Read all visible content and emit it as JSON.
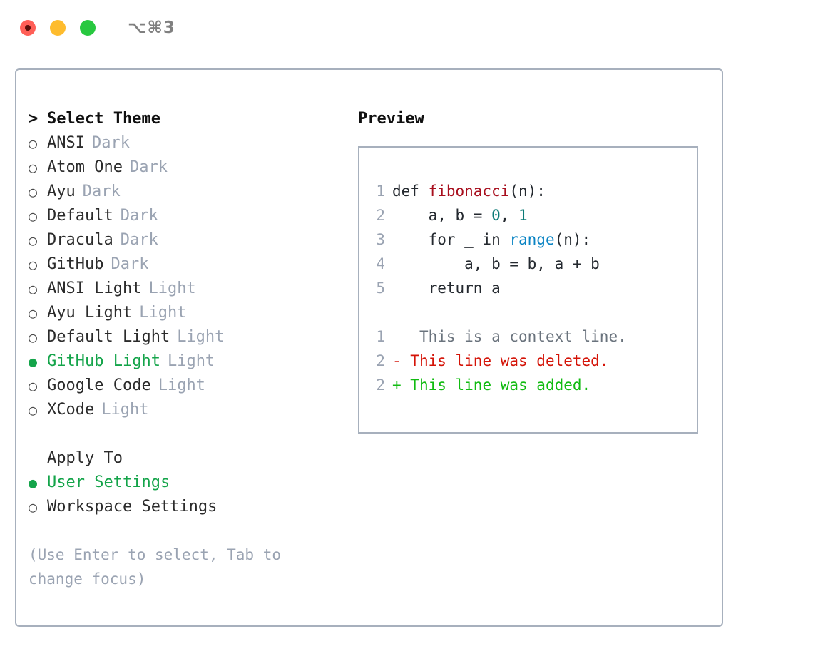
{
  "titlebar": {
    "shortcut": "⌥⌘3",
    "buttons": {
      "close": "close",
      "minimize": "minimize",
      "maximize": "maximize"
    }
  },
  "theme_picker": {
    "header_caret": ">",
    "header": "Select Theme",
    "bullet_unselected": "○",
    "bullet_selected": "●",
    "items": [
      {
        "name": "ANSI",
        "kind": "Dark",
        "selected": false
      },
      {
        "name": "Atom One",
        "kind": "Dark",
        "selected": false
      },
      {
        "name": "Ayu",
        "kind": "Dark",
        "selected": false
      },
      {
        "name": "Default",
        "kind": "Dark",
        "selected": false
      },
      {
        "name": "Dracula",
        "kind": "Dark",
        "selected": false
      },
      {
        "name": "GitHub",
        "kind": "Dark",
        "selected": false
      },
      {
        "name": "ANSI Light",
        "kind": "Light",
        "selected": false
      },
      {
        "name": "Ayu Light",
        "kind": "Light",
        "selected": false
      },
      {
        "name": "Default Light",
        "kind": "Light",
        "selected": false
      },
      {
        "name": "GitHub Light",
        "kind": "Light",
        "selected": true
      },
      {
        "name": "Google Code",
        "kind": "Light",
        "selected": false
      },
      {
        "name": "XCode",
        "kind": "Light",
        "selected": false
      }
    ]
  },
  "apply_to": {
    "title": "Apply To",
    "items": [
      {
        "label": "User Settings",
        "selected": true
      },
      {
        "label": "Workspace Settings",
        "selected": false
      }
    ]
  },
  "hint": "(Use Enter to select, Tab to change focus)",
  "preview": {
    "title": "Preview",
    "code_lines": [
      {
        "num": "1",
        "segments": [
          {
            "text": "def ",
            "tok": "plain"
          },
          {
            "text": "fibonacci",
            "tok": "fn"
          },
          {
            "text": "(n):",
            "tok": "plain"
          }
        ]
      },
      {
        "num": "2",
        "segments": [
          {
            "text": "    a, b = ",
            "tok": "plain"
          },
          {
            "text": "0",
            "tok": "num"
          },
          {
            "text": ", ",
            "tok": "plain"
          },
          {
            "text": "1",
            "tok": "num"
          }
        ]
      },
      {
        "num": "3",
        "segments": [
          {
            "text": "    for _ in ",
            "tok": "plain"
          },
          {
            "text": "range",
            "tok": "builtin"
          },
          {
            "text": "(n):",
            "tok": "plain"
          }
        ]
      },
      {
        "num": "4",
        "segments": [
          {
            "text": "        a, b = b, a + b",
            "tok": "plain"
          }
        ]
      },
      {
        "num": "5",
        "segments": [
          {
            "text": "    return a",
            "tok": "plain"
          }
        ]
      }
    ],
    "diff_lines": [
      {
        "num": "1",
        "marker": " ",
        "text": "  This is a context line.",
        "kind": "context"
      },
      {
        "num": "2",
        "marker": "-",
        "text": " This line was deleted.",
        "kind": "deleted"
      },
      {
        "num": "2",
        "marker": "+",
        "text": " This line was added.",
        "kind": "added"
      }
    ]
  },
  "colors": {
    "accent_green": "#14a44a",
    "muted": "#9aa3b2",
    "border": "#a7b0bd",
    "diff_add": "#11bb11",
    "diff_del": "#d41307",
    "token_fn": "#a80f1e",
    "token_num": "#0b7a76",
    "token_builtin": "#0a84c4"
  }
}
